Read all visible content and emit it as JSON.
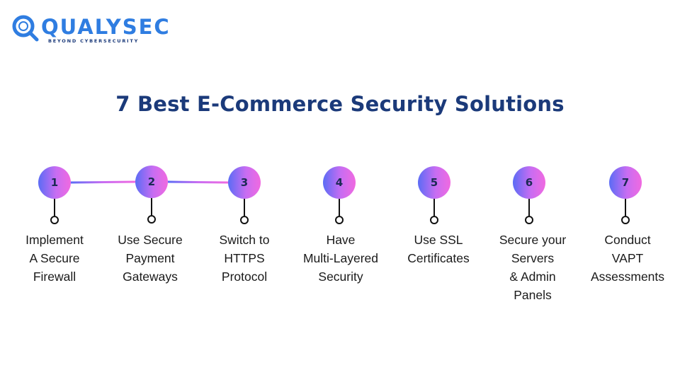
{
  "brand": {
    "name": "QUALYSEC",
    "tagline": "BEYOND CYBERSECURITY",
    "colors": {
      "primary": "#2f7de1",
      "dark": "#1b3a7a"
    }
  },
  "title": "7 Best E-Commerce Security Solutions",
  "colors": {
    "gradient_start": "#5b6cf5",
    "gradient_mid": "#c86df2",
    "gradient_end": "#f06ae0",
    "title": "#1b3a7a"
  },
  "steps": [
    {
      "number": "1",
      "label": "Implement\nA Secure\nFirewall"
    },
    {
      "number": "2",
      "label": "Use Secure\nPayment\nGateways"
    },
    {
      "number": "3",
      "label": "Switch to\nHTTPS\nProtocol"
    },
    {
      "number": "4",
      "label": "Have\nMulti-Layered\nSecurity"
    },
    {
      "number": "5",
      "label": "Use SSL\nCertificates"
    },
    {
      "number": "6",
      "label": "Secure your\nServers\n& Admin\nPanels"
    },
    {
      "number": "7",
      "label": "Conduct\nVAPT\nAssessments"
    }
  ]
}
